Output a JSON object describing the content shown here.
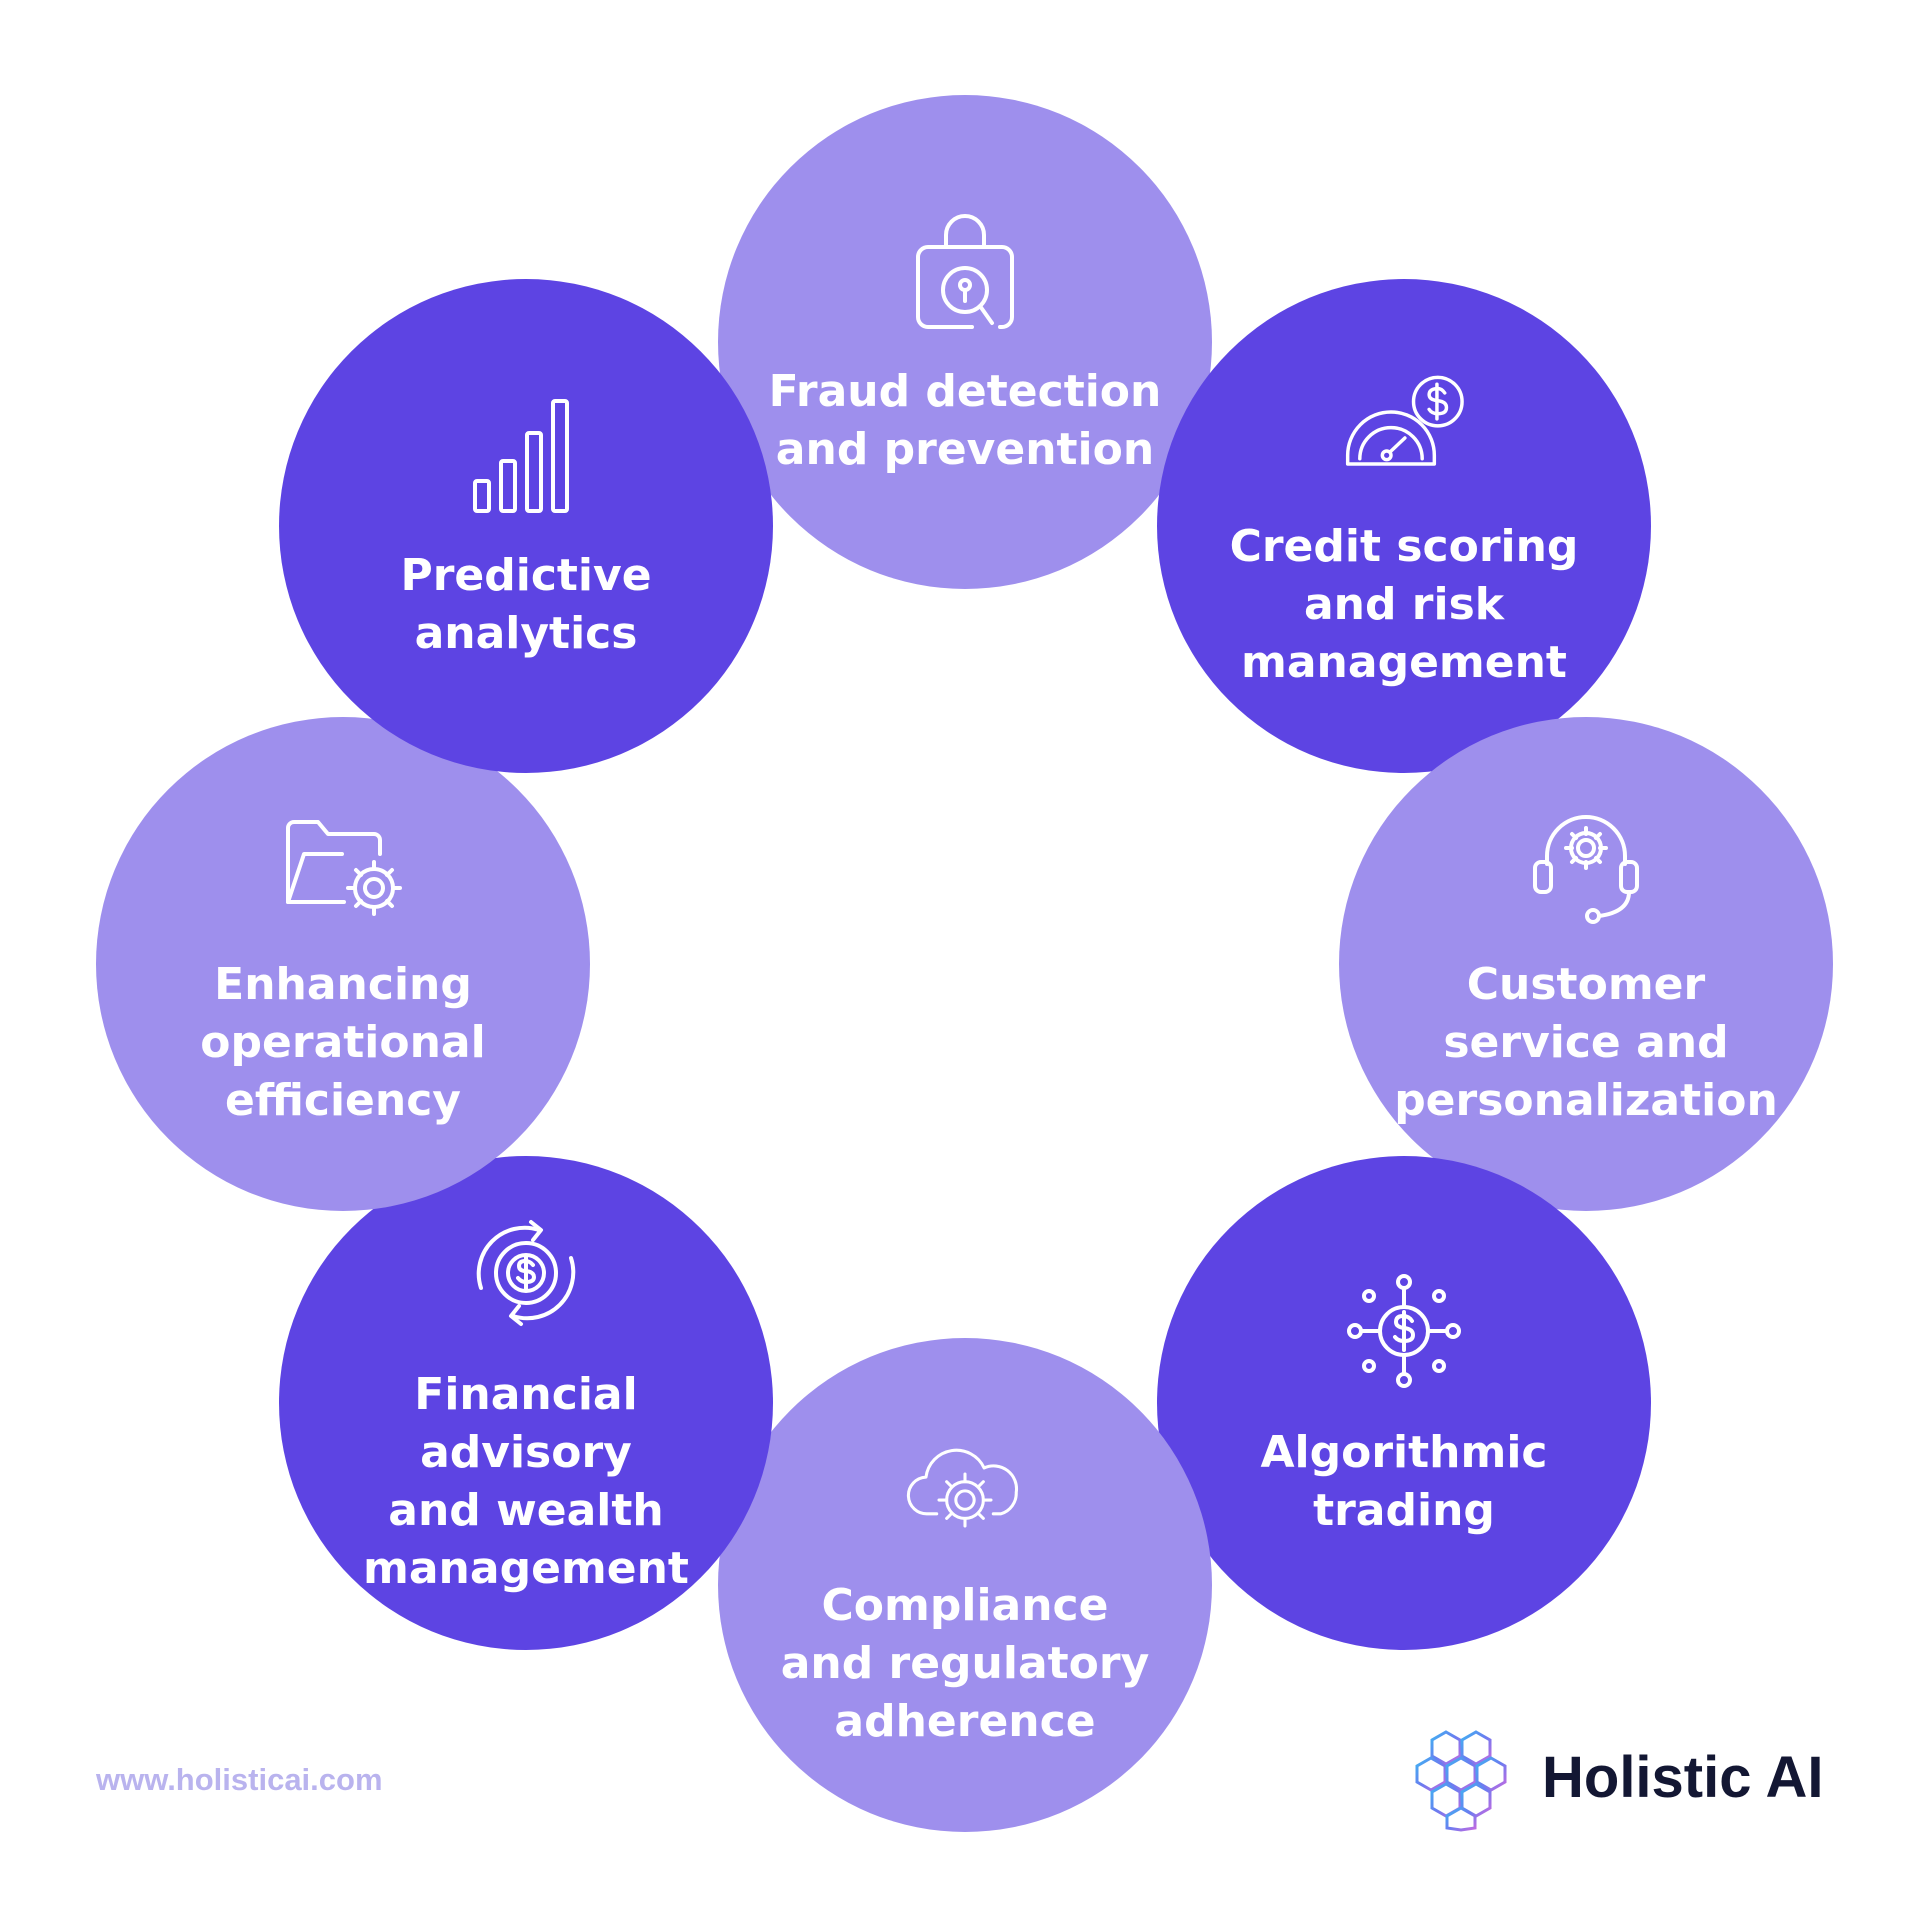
{
  "colors": {
    "light_node": "#9e8fed",
    "dark_node": "#5d44e3",
    "text": "#ffffff",
    "url": "#b9b3ee",
    "brand": "#131733"
  },
  "nodes": {
    "fraud": {
      "icon": "padlock-search-icon",
      "lines": [
        "Fraud detection",
        "and prevention"
      ]
    },
    "credit": {
      "icon": "speedometer-dollar-icon",
      "lines": [
        "Credit scoring",
        "and risk",
        "management"
      ]
    },
    "customer": {
      "icon": "headset-gear-icon",
      "lines": [
        "Customer",
        "service and",
        "personalization"
      ]
    },
    "algo": {
      "icon": "dollar-network-icon",
      "lines": [
        "Algorithmic",
        "trading"
      ]
    },
    "compliance": {
      "icon": "cloud-gear-icon",
      "lines": [
        "Compliance",
        "and regulatory",
        "adherence"
      ]
    },
    "financial": {
      "icon": "dollar-cycle-icon",
      "lines": [
        "Financial",
        "advisory",
        "and wealth",
        "management"
      ]
    },
    "enhancing": {
      "icon": "folder-gear-icon",
      "lines": [
        "Enhancing",
        "operational",
        "efficiency"
      ]
    },
    "predictive": {
      "icon": "bar-chart-icon",
      "lines": [
        "Predictive",
        "analytics"
      ]
    }
  },
  "footer": {
    "url": "www.holisticai.com",
    "brand_name": "Holistic AI"
  }
}
